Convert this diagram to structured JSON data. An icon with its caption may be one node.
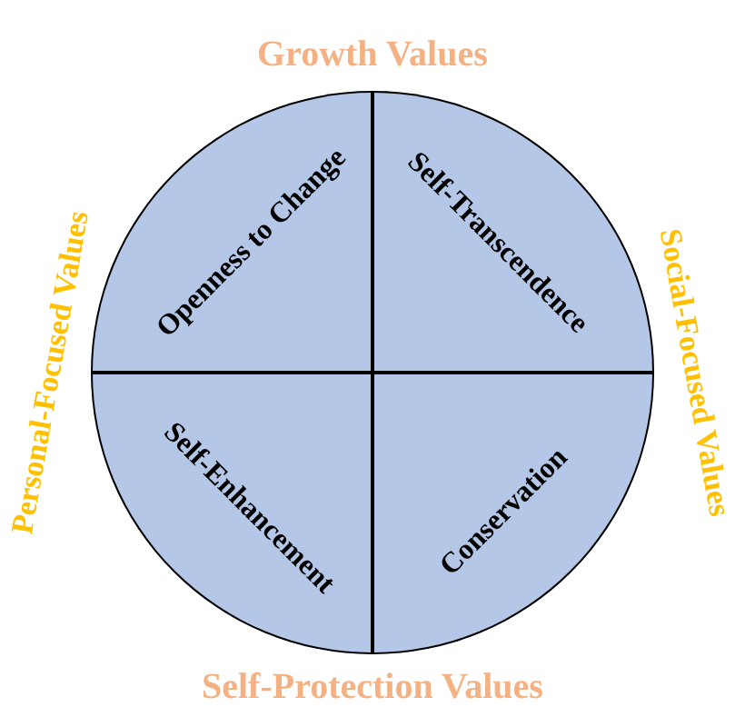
{
  "diagram": {
    "nodes": [
      {
        "text": [
          "Openness to Change"
        ]
      },
      {
        "text": [
          "Self-Transcendence"
        ]
      },
      {
        "text": [
          "Self-Enhancement"
        ]
      },
      {
        "text": [
          "Conservation"
        ]
      }
    ],
    "labels": [
      "Growth Values",
      "Personal-Focused Values",
      "Social-Focused Values",
      "Self-Protection Values"
    ]
  }
}
